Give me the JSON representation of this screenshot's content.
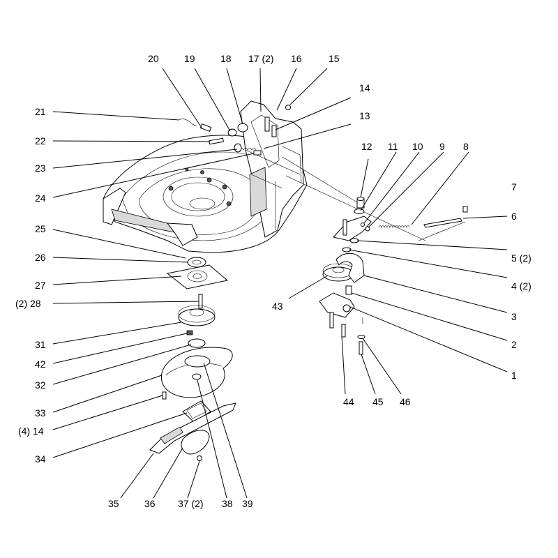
{
  "callouts": [
    {
      "id": "c1",
      "text": "1"
    },
    {
      "id": "c2",
      "text": "2"
    },
    {
      "id": "c3",
      "text": "3"
    },
    {
      "id": "c4",
      "text": "4 (2)"
    },
    {
      "id": "c5",
      "text": "5 (2)"
    },
    {
      "id": "c6",
      "text": "6"
    },
    {
      "id": "c7",
      "text": "7"
    },
    {
      "id": "c8",
      "text": "8"
    },
    {
      "id": "c9",
      "text": "9"
    },
    {
      "id": "c10",
      "text": "10"
    },
    {
      "id": "c11",
      "text": "11"
    },
    {
      "id": "c12",
      "text": "12"
    },
    {
      "id": "c13",
      "text": "13"
    },
    {
      "id": "c14",
      "text": "14"
    },
    {
      "id": "c15",
      "text": "15"
    },
    {
      "id": "c16",
      "text": "16"
    },
    {
      "id": "c17",
      "text": "17 (2)"
    },
    {
      "id": "c18",
      "text": "18"
    },
    {
      "id": "c19",
      "text": "19"
    },
    {
      "id": "c20",
      "text": "20"
    },
    {
      "id": "c21",
      "text": "21"
    },
    {
      "id": "c22",
      "text": "22"
    },
    {
      "id": "c23",
      "text": "23"
    },
    {
      "id": "c24",
      "text": "24"
    },
    {
      "id": "c25",
      "text": "25"
    },
    {
      "id": "c26",
      "text": "26"
    },
    {
      "id": "c27",
      "text": "27"
    },
    {
      "id": "c28",
      "text": "(2) 28"
    },
    {
      "id": "c31",
      "text": "31"
    },
    {
      "id": "c42",
      "text": "42"
    },
    {
      "id": "c32",
      "text": "32"
    },
    {
      "id": "c33",
      "text": "33"
    },
    {
      "id": "c14b",
      "text": "(4) 14"
    },
    {
      "id": "c34",
      "text": "34"
    },
    {
      "id": "c35",
      "text": "35"
    },
    {
      "id": "c36",
      "text": "36"
    },
    {
      "id": "c37",
      "text": "37 (2)"
    },
    {
      "id": "c38",
      "text": "38"
    },
    {
      "id": "c39",
      "text": "39"
    },
    {
      "id": "c43",
      "text": "43"
    },
    {
      "id": "c44",
      "text": "44"
    },
    {
      "id": "c45",
      "text": "45"
    },
    {
      "id": "c46",
      "text": "46"
    }
  ]
}
